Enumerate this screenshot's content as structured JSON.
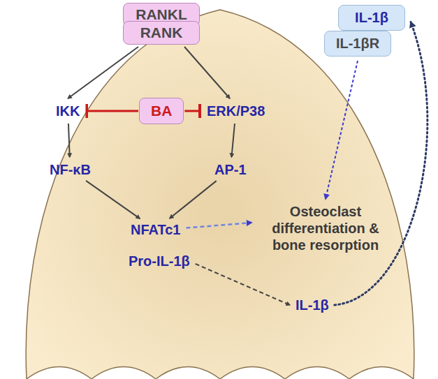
{
  "diagram": {
    "nodes": [
      {
        "text": [
          "RANKL"
        ]
      },
      {
        "text": [
          "RANK"
        ]
      },
      {
        "text": [
          "IL-1β"
        ]
      },
      {
        "text": [
          "IL-1βR"
        ]
      },
      {
        "text": [
          "IKK"
        ]
      },
      {
        "text": [
          "BA"
        ]
      },
      {
        "text": [
          "ERK/P38"
        ]
      },
      {
        "text": [
          "NF-κB"
        ]
      },
      {
        "text": [
          "AP-1"
        ]
      },
      {
        "text": [
          "NFATc1"
        ]
      },
      {
        "text": [
          "Pro-IL-1β"
        ]
      },
      {
        "text": [
          "Osteoclast differentiation & bone resorption"
        ]
      },
      {
        "text": [
          "IL-1β"
        ]
      }
    ],
    "edges": [
      {
        "from": 1,
        "to": 4,
        "arrow": "to"
      },
      {
        "from": 1,
        "to": 6,
        "arrow": "to"
      },
      {
        "from": 5,
        "to": 4,
        "arrow": "to"
      },
      {
        "from": 5,
        "to": 6,
        "arrow": "to"
      },
      {
        "from": 4,
        "to": 7,
        "arrow": "to"
      },
      {
        "from": 6,
        "to": 8,
        "arrow": "to"
      },
      {
        "from": 7,
        "to": 9,
        "arrow": "to"
      },
      {
        "from": 8,
        "to": 9,
        "arrow": "to"
      },
      {
        "from": 9,
        "to": 11,
        "arrow": "to"
      },
      {
        "from": 3,
        "to": 11,
        "arrow": "to"
      },
      {
        "from": 10,
        "to": 12,
        "arrow": "to"
      },
      {
        "from": 12,
        "to": 2,
        "arrow": "to"
      }
    ]
  }
}
